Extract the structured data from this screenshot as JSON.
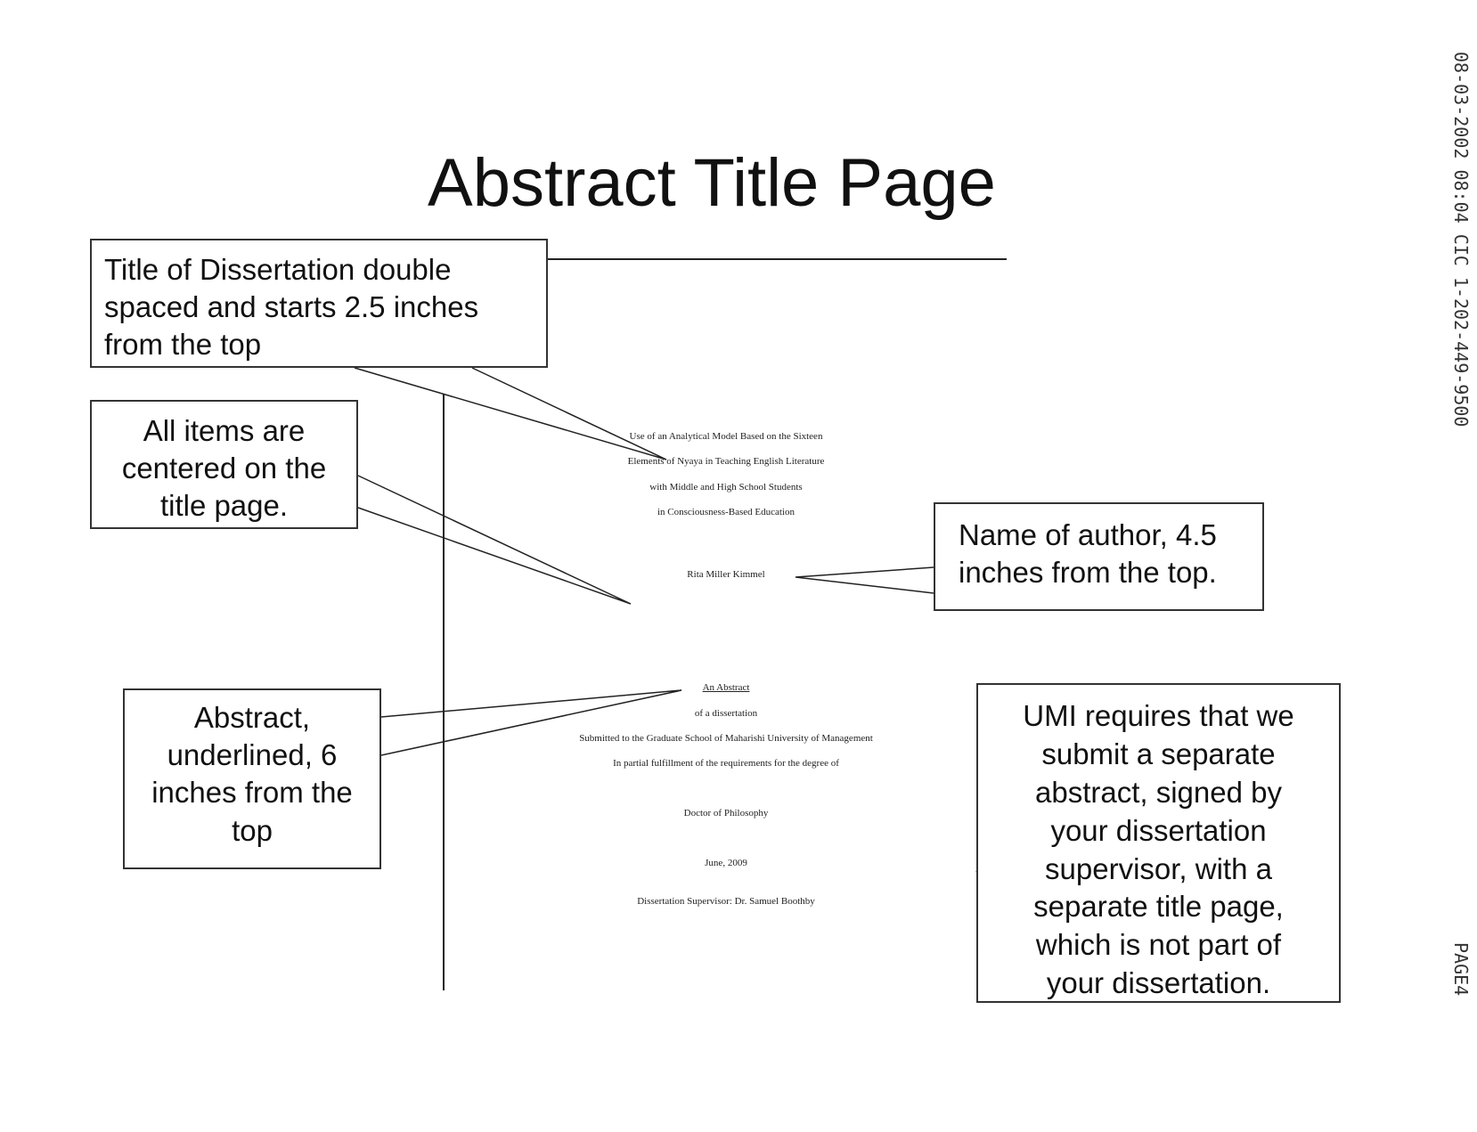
{
  "title": "Abstract Title Page",
  "callouts": {
    "title_spacing": "Title of Dissertation double\nspaced and starts 2.5 inches\nfrom the top",
    "centered": "All items are\ncentered on the\ntitle page.",
    "author": "Name of author, 4.5\ninches from the top.",
    "abstract": "Abstract,\nunderlined, 6\ninches from the\ntop",
    "umi": "UMI requires that we\nsubmit a separate\nabstract, signed by\nyour dissertation\nsupervisor, with a\nseparate title page,\nwhich is not part of\nyour dissertation."
  },
  "sample_page": {
    "title_lines": [
      "Use of an Analytical Model Based on the Sixteen",
      "Elements of Nyaya in Teaching English Literature",
      "with Middle and High School Students",
      "in Consciousness-Based Education"
    ],
    "author": "Rita Miller Kimmel",
    "abstract_heading": "An Abstract",
    "of_dissertation": "of a dissertation",
    "submitted_to": "Submitted to the Graduate School of Maharishi University of Management",
    "fulfillment": "In partial fulfillment of the requirements for the degree of",
    "degree": "Doctor of Philosophy",
    "date": "June, 2009",
    "supervisor": "Dissertation Supervisor: Dr. Samuel Boothby"
  },
  "fax_header": {
    "stamp": "08-03-2002 08:04   CIC 1-202-449-9500",
    "page": "PAGE4"
  }
}
